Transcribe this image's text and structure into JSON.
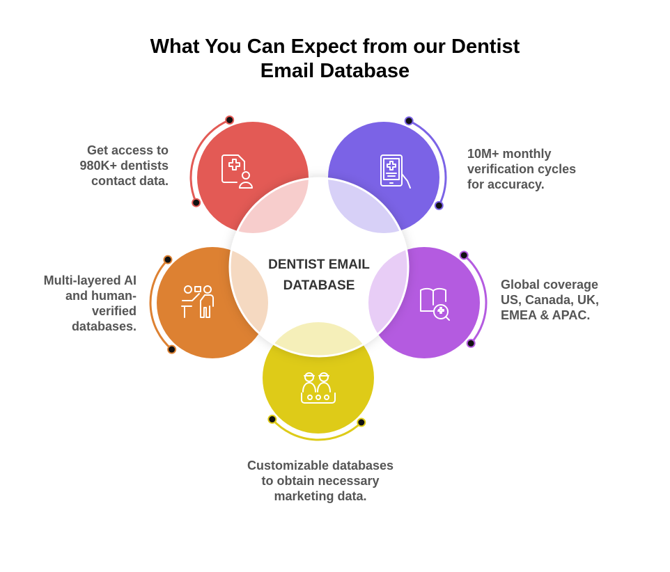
{
  "title": {
    "line1": "What You Can Expect from our Dentist",
    "line2": "Email Database"
  },
  "center": {
    "line1": "DENTIST EMAIL",
    "line2": "DATABASE"
  },
  "items": [
    {
      "icon": "medical-record-user-icon",
      "color": "#E35A55",
      "text": [
        "Get access to",
        "980K+ dentists",
        "contact data."
      ]
    },
    {
      "icon": "tablet-medical-icon",
      "color": "#7B63E6",
      "text": [
        "10M+ monthly",
        "verification cycles",
        "for accuracy."
      ]
    },
    {
      "icon": "presenter-icon",
      "color": "#DD8132",
      "text": [
        "Multi-layered AI",
        "and human-",
        "verified",
        "databases."
      ]
    },
    {
      "icon": "book-search-medical-icon",
      "color": "#B45BE0",
      "text": [
        "Global coverage",
        "US, Canada, UK,",
        "EMEA & APAC."
      ]
    },
    {
      "icon": "team-workers-icon",
      "color": "#DECB18",
      "text": [
        "Customizable databases",
        "to obtain necessary",
        "marketing data."
      ]
    }
  ]
}
